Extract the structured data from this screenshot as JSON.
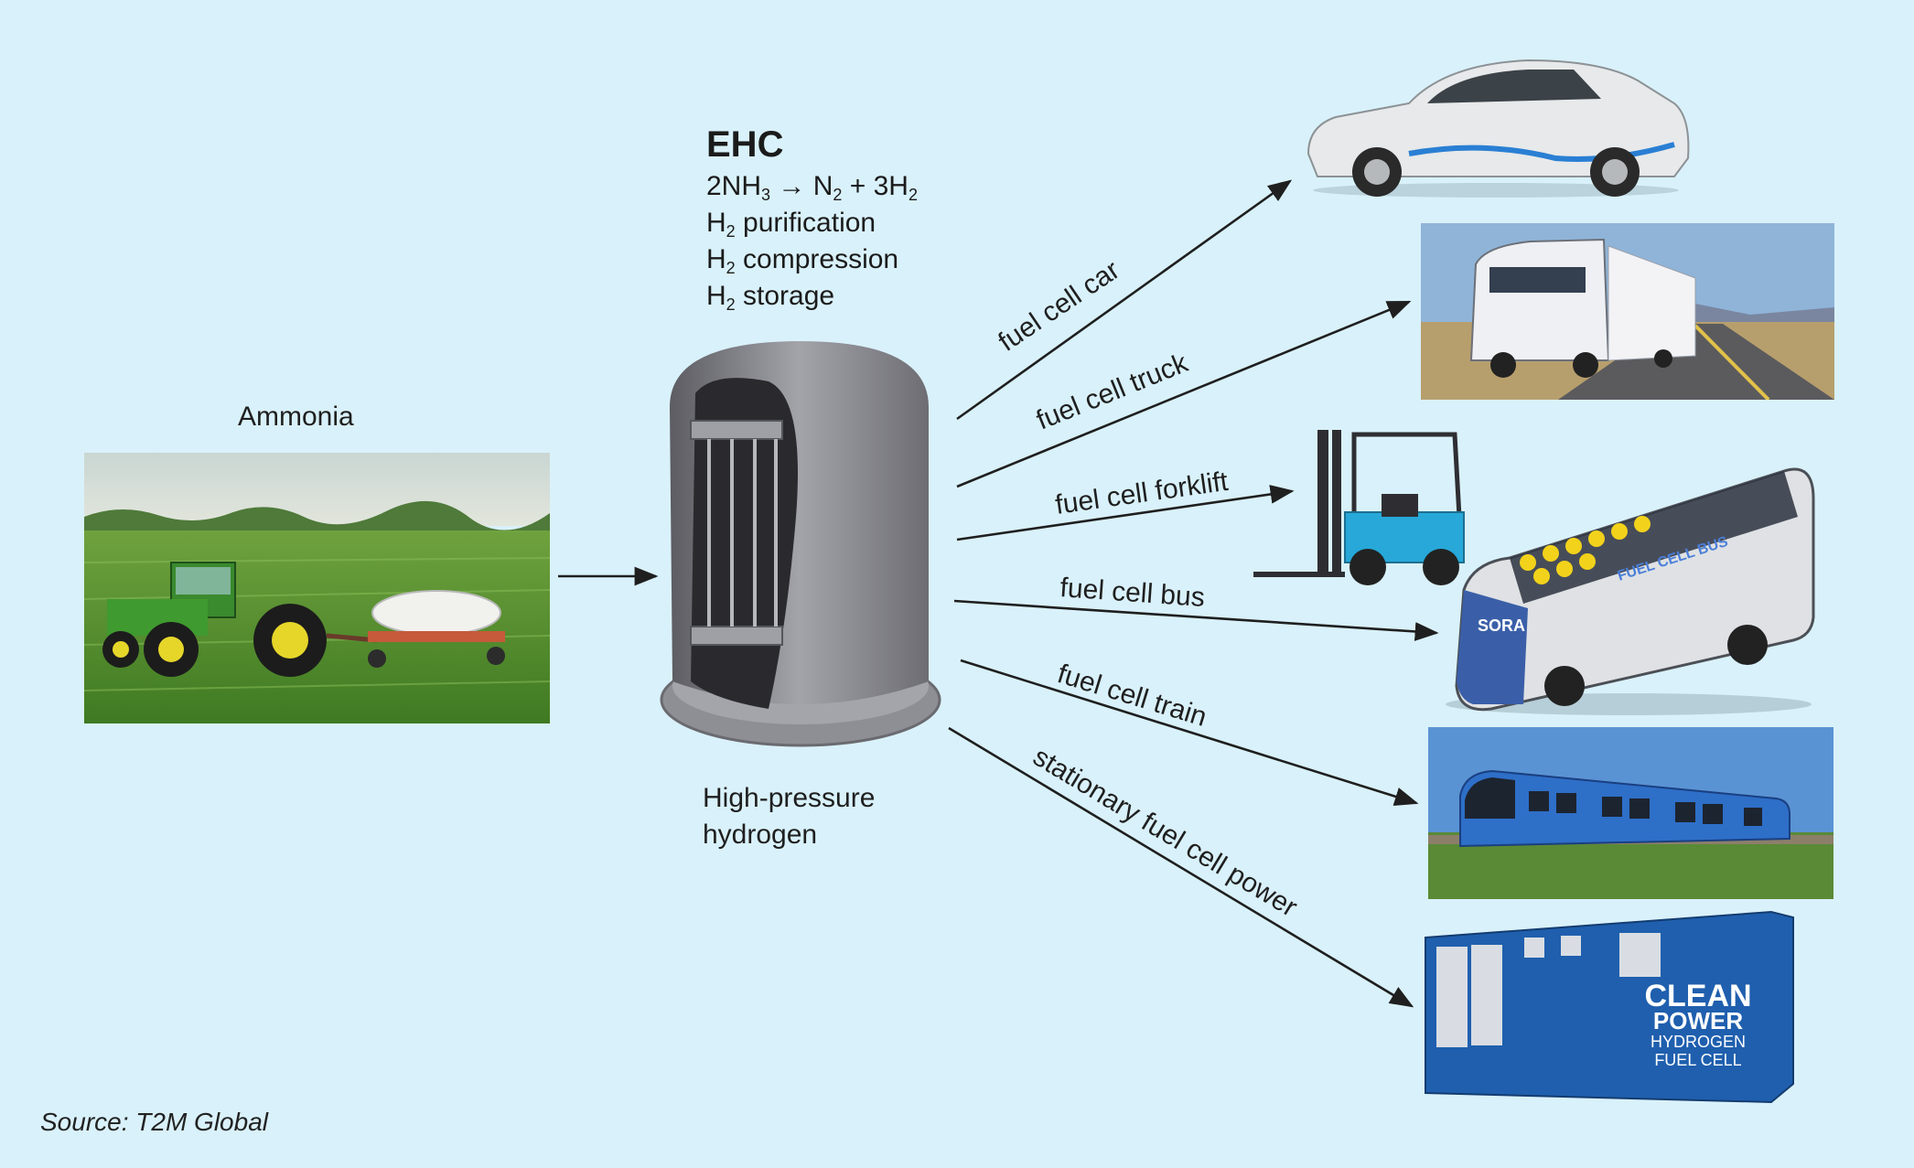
{
  "input": {
    "label": "Ammonia",
    "image": "tractor-field-with-ammonia-tank"
  },
  "ehc": {
    "title": "EHC",
    "reaction": {
      "lhs": "2NH",
      "lhs_sub": "3",
      "arrow": "→",
      "n": "N",
      "n_sub": "2",
      "plus": "+ 3H",
      "h_sub": "2"
    },
    "steps": [
      {
        "prefix": "H",
        "sub": "2",
        "text": "purification"
      },
      {
        "prefix": "H",
        "sub": "2",
        "text": "compression"
      },
      {
        "prefix": "H",
        "sub": "2",
        "text": "storage"
      }
    ],
    "image": "cutaway-pressure-vessel"
  },
  "output": {
    "label_line1": "High-pressure",
    "label_line2": "hydrogen"
  },
  "applications": [
    {
      "label": "fuel cell car",
      "image": "hydrogen-suv"
    },
    {
      "label": "fuel cell truck",
      "image": "semi-truck"
    },
    {
      "label": "fuel cell forklift",
      "image": "forklift"
    },
    {
      "label": "fuel cell bus",
      "image": "cutaway-bus"
    },
    {
      "label": "fuel cell train",
      "image": "blue-train"
    },
    {
      "label": "stationary fuel cell power",
      "image": "container-generator"
    }
  ],
  "pictures": {
    "bus_text": "SORA",
    "bus_banner": "FUEL CELL BUS",
    "container_lines": [
      "CLEAN",
      "POWER",
      "HYDROGEN",
      "FUEL CELL"
    ]
  },
  "source": "Source: T2M Global",
  "colors": {
    "background": "#d9f1fa",
    "arrow": "#1f1f1f",
    "tank": "#8a8a90",
    "container": "#1f5fae"
  }
}
